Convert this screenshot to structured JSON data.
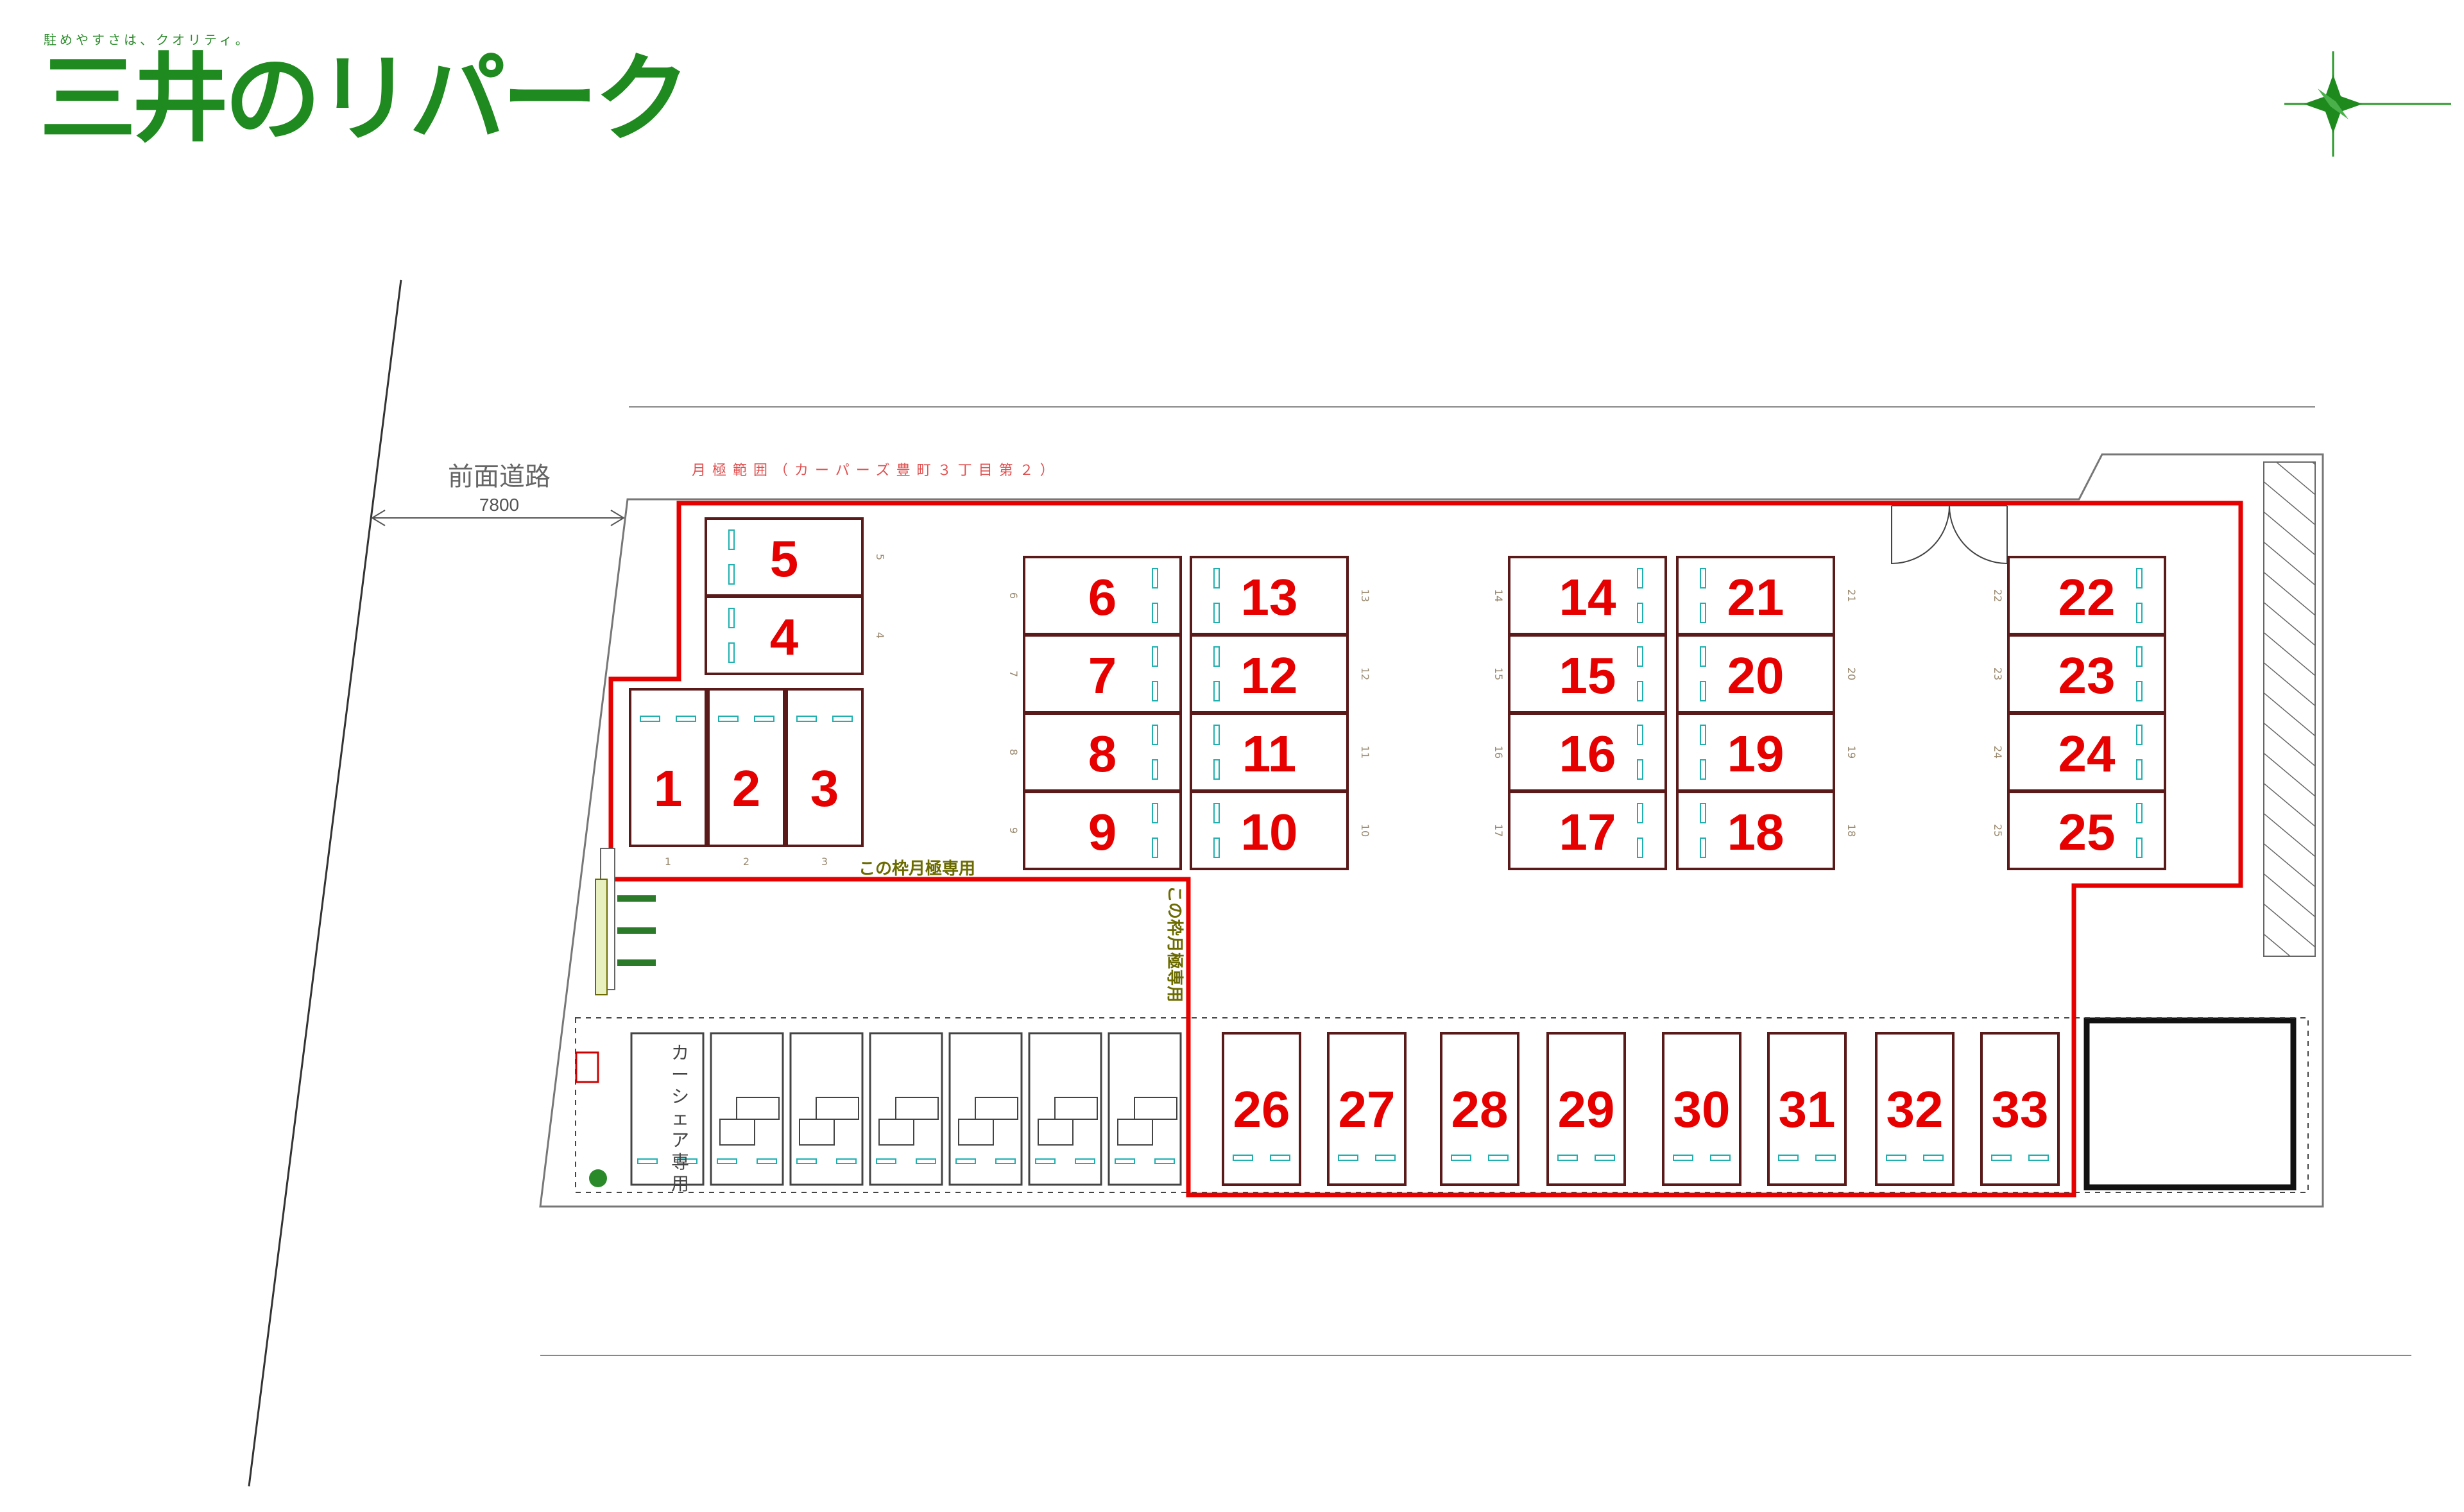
{
  "header": {
    "tagline": "駐めやすさは、クオリティ。",
    "logo_text": "三井のリパーク"
  },
  "road": {
    "label": "前面道路",
    "width": "7800"
  },
  "site": {
    "range_label": "月極範囲（カーパーズ豊町３丁目第２）",
    "monthly_note": "この枠月極専用",
    "monthly_note_vertical": "この枠月極専用",
    "carshare_label": "カーシェア専用"
  },
  "colors": {
    "accent": "#e60000",
    "brand": "#1f8a1f",
    "stall": "#5a1a1a",
    "marker": "#20b0b0"
  },
  "icons": [
    "compass-icon",
    "entrance-door-icon",
    "ticket-machine-icon"
  ],
  "spaces": [
    {
      "number": "1",
      "tick": "1"
    },
    {
      "number": "2",
      "tick": "2"
    },
    {
      "number": "3",
      "tick": "3"
    },
    {
      "number": "4",
      "tick": "4"
    },
    {
      "number": "5",
      "tick": "5"
    },
    {
      "number": "6",
      "tick": "6"
    },
    {
      "number": "7",
      "tick": "7"
    },
    {
      "number": "8",
      "tick": "8"
    },
    {
      "number": "9",
      "tick": "9"
    },
    {
      "number": "10",
      "tick": "10"
    },
    {
      "number": "11",
      "tick": "11"
    },
    {
      "number": "12",
      "tick": "12"
    },
    {
      "number": "13",
      "tick": "13"
    },
    {
      "number": "14",
      "tick": "14"
    },
    {
      "number": "15",
      "tick": "15"
    },
    {
      "number": "16",
      "tick": "16"
    },
    {
      "number": "17",
      "tick": "17"
    },
    {
      "number": "18",
      "tick": "18"
    },
    {
      "number": "19",
      "tick": "19"
    },
    {
      "number": "20",
      "tick": "20"
    },
    {
      "number": "21",
      "tick": "21"
    },
    {
      "number": "22",
      "tick": "22"
    },
    {
      "number": "23",
      "tick": "23"
    },
    {
      "number": "24",
      "tick": "24"
    },
    {
      "number": "25",
      "tick": "25"
    },
    {
      "number": "26",
      "tick": ""
    },
    {
      "number": "27",
      "tick": ""
    },
    {
      "number": "28",
      "tick": ""
    },
    {
      "number": "29",
      "tick": ""
    },
    {
      "number": "30",
      "tick": ""
    },
    {
      "number": "31",
      "tick": ""
    },
    {
      "number": "32",
      "tick": ""
    },
    {
      "number": "33",
      "tick": ""
    }
  ]
}
